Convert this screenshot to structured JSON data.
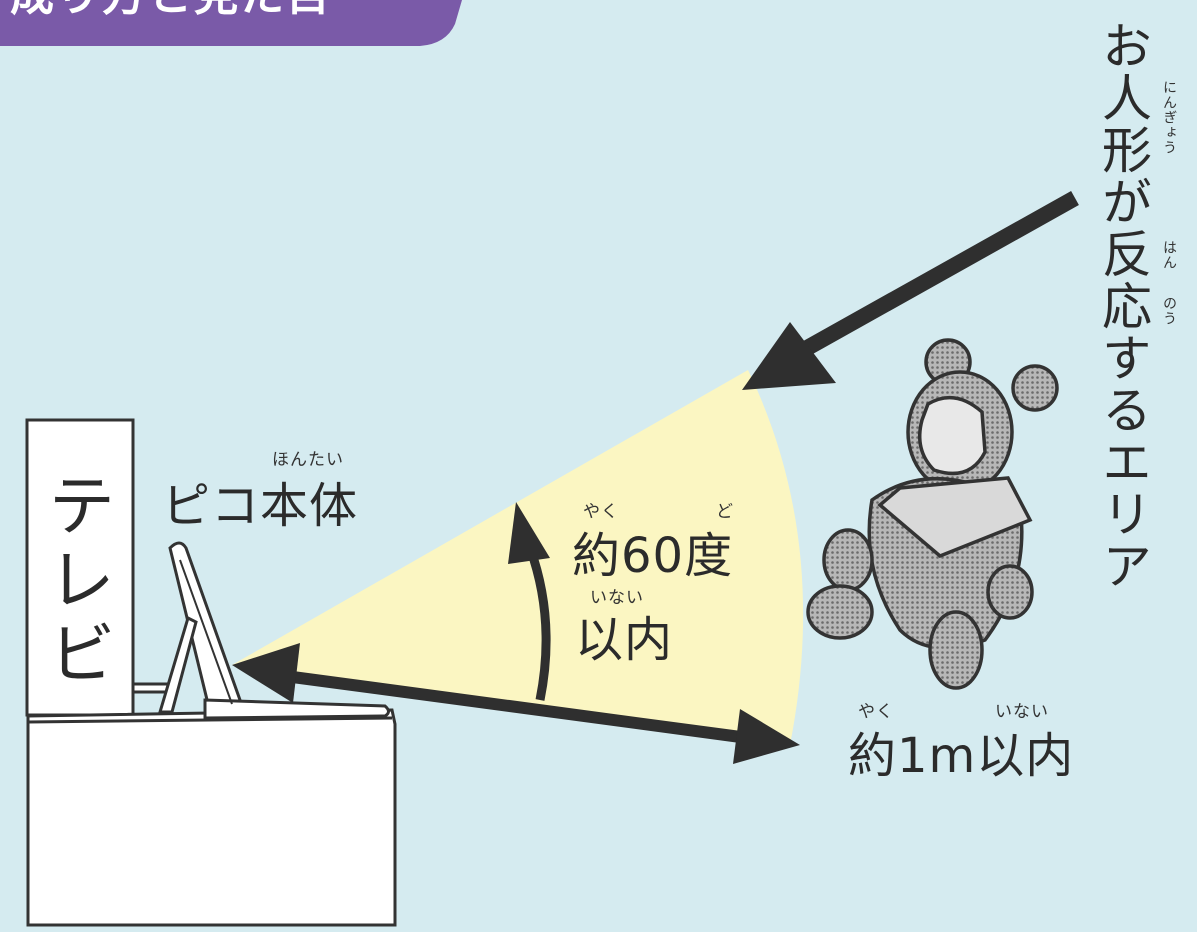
{
  "header_tab": {
    "text": "成り方と見た目",
    "color": "#7a5aa8"
  },
  "tv": {
    "label": "テレビ"
  },
  "pico": {
    "label": "ピコ本体",
    "ruby": "ほんたい"
  },
  "angle": {
    "value_label": "約60度",
    "value_ruby_a": "やく",
    "value_ruby_b": "ど",
    "limit_label": "以内",
    "limit_ruby": "いない"
  },
  "distance": {
    "label": "約1m以内",
    "ruby_a": "やく",
    "ruby_b": "いない"
  },
  "response_area": {
    "label": "お人形が反応するエリア",
    "ruby_ningyou": "にんぎょう",
    "ruby_han": "はん",
    "ruby_nou": "のう"
  },
  "colors": {
    "background": "#d5ebf0",
    "cone": "#fbf6c2",
    "ink": "#2b2b2b",
    "doll": "#9c9c9c",
    "header": "#7a5aa8"
  },
  "icons": [
    "tv-icon",
    "pico-device-icon",
    "doll-icon",
    "arrow-icon"
  ]
}
